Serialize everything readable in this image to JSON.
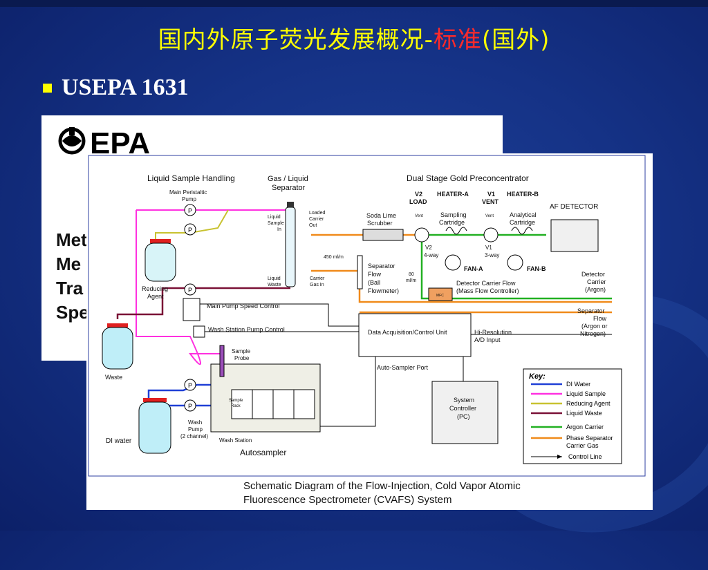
{
  "slide": {
    "title_main": "国内外原子荧光发展概况-",
    "title_highlight": "标准",
    "title_tail": "(国外)",
    "bullet": "USEPA 1631",
    "colors": {
      "background": "#153286",
      "title": "#ffff00",
      "highlight": "#ff2a2a",
      "bullet_text": "#ffffff"
    }
  },
  "document": {
    "logo": "EPA",
    "partial_lines": [
      "Met",
      "Me",
      "Tra",
      "Spe"
    ]
  },
  "diagram": {
    "caption_line1": "Schematic Diagram of the Flow-Injection, Cold Vapor Atomic",
    "caption_line2": "Fluorescence Spectrometer (CVAFS) System",
    "labels": {
      "liquid_sample_handling": "Liquid Sample Handling",
      "main_peristaltic_pump": [
        "Main Peristaltic",
        "Pump"
      ],
      "gas_liquid_separator": [
        "Gas / Liquid",
        "Separator"
      ],
      "dual_stage": "Dual Stage Gold Preconcentrator",
      "v2_load": [
        "V2",
        "LOAD"
      ],
      "heater_a": "HEATER-A",
      "v1_vent": [
        "V1",
        "VENT"
      ],
      "heater_b": "HEATER-B",
      "af_detector": "AF DETECTOR",
      "loaded_carrier_out": [
        "Loaded",
        "Carrier",
        "Out"
      ],
      "liquid_sample_in": [
        "Liquid",
        "Sample",
        "In"
      ],
      "soda_lime": [
        "Soda Lime",
        "Scrubber"
      ],
      "vent": "Vent",
      "sampling_cartridge": [
        "Sampling",
        "Cartridge"
      ],
      "analytical_cartridge": [
        "Analytical",
        "Cartridge"
      ],
      "flow_450": "450 ml/m",
      "v2_4way": [
        "V2",
        "4-way"
      ],
      "v1_3way": [
        "V1",
        "3-way"
      ],
      "fan_a": "FAN-A",
      "fan_b": "FAN-B",
      "separator_flow": [
        "Separator",
        "Flow",
        "(Ball",
        "Flowmeter)"
      ],
      "flow_80": [
        "80",
        "ml/m"
      ],
      "mfc": "MFC",
      "detector_carrier_flow": [
        "Detector Carrier Flow",
        "(Mass Flow Controller)"
      ],
      "detector_carrier_argon": [
        "Detector",
        "Carrier",
        "(Argon)"
      ],
      "liquid_waste": [
        "Liquid",
        "Waste"
      ],
      "carrier_gas_in": [
        "Carrier",
        "Gas In"
      ],
      "reducing_agent": [
        "Reducing",
        "Agent"
      ],
      "main_pump_speed": "Main Pump Speed Control",
      "wash_station_pump": "Wash Station Pump Control",
      "data_acq": "Data Acquisition/Control Unit",
      "hi_res": [
        "Hi-Resolution",
        "A/D Input"
      ],
      "separator_flow_gas": [
        "Separator",
        "Flow",
        "(Argon or",
        "Nitrogen)"
      ],
      "waste": "Waste",
      "sample_probe": [
        "Sample",
        "Probe"
      ],
      "sample_rack": [
        "Sample",
        "Rack"
      ],
      "auto_sampler_port": "Auto-Sampler Port",
      "system_controller": [
        "System",
        "Controller",
        "(PC)"
      ],
      "di_water": "DI water",
      "wash_pump": [
        "Wash",
        "Pump",
        "(2 channel)"
      ],
      "wash_station": "Wash Station",
      "autosampler": "Autosampler",
      "pump_symbol": "P"
    },
    "key": {
      "title": "Key:",
      "items": [
        {
          "label": "DI Water",
          "color": "#1f3fd6"
        },
        {
          "label": "Liquid Sample",
          "color": "#ff30e0"
        },
        {
          "label": "Reducing Agent",
          "color": "#c8c230"
        },
        {
          "label": "Liquid Waste",
          "color": "#7a1036"
        },
        {
          "label": "Argon Carrier",
          "color": "#22b022"
        },
        {
          "label": "Phase Separator",
          "color": "#f08a1a"
        },
        {
          "label": "Carrier Gas",
          "color": ""
        },
        {
          "label": "Control Line",
          "color": "#000000"
        }
      ]
    }
  }
}
